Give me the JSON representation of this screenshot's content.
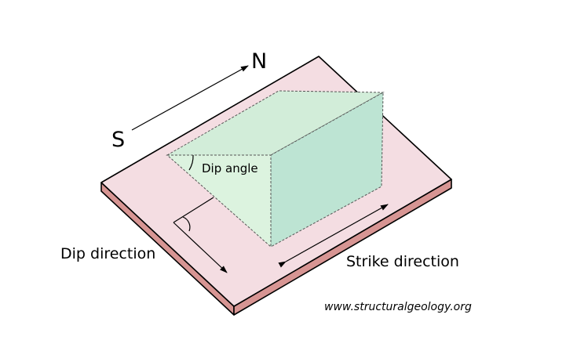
{
  "compass": {
    "north_label": "N",
    "south_label": "S"
  },
  "labels": {
    "dip_angle": "Dip angle",
    "dip_direction": "Dip direction",
    "strike_direction": "Strike direction"
  },
  "credit": "www.structuralgeology.org",
  "colors": {
    "plate_top": "#f4dde2",
    "plate_side": "#d79593",
    "block_dip_face": "#dcf3df",
    "block_side_face": "#bde4d3",
    "block_top_face": "#d2edd9",
    "stroke": "#000000"
  }
}
